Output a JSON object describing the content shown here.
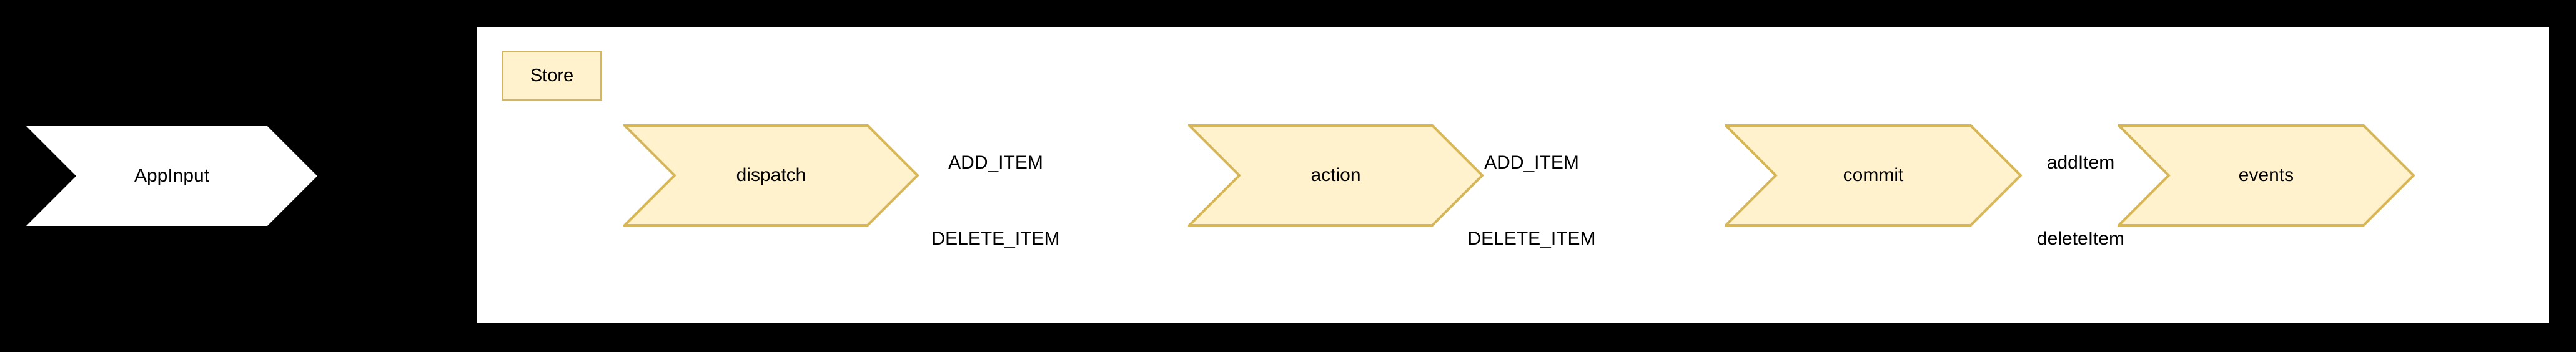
{
  "diagram": {
    "title_box": {
      "label": "Store"
    },
    "external_stage": {
      "label": "AppInput"
    },
    "stages": [
      {
        "label": "dispatch"
      },
      {
        "label": "action"
      },
      {
        "label": "commit"
      },
      {
        "label": "events"
      }
    ],
    "flow_labels": [
      {
        "group": 1,
        "top": "ADD_ITEM",
        "bottom": "DELETE_ITEM"
      },
      {
        "group": 2,
        "top": "ADD_ITEM",
        "bottom": "DELETE_ITEM"
      },
      {
        "group": 3,
        "top": "addItem",
        "bottom": "deleteItem"
      }
    ],
    "colors": {
      "background": "#000000",
      "panel": "#ffffff",
      "chevron_fill": "#fff2cc",
      "chevron_stroke": "#d6b656",
      "external_fill": "#ffffff",
      "text": "#000000"
    }
  }
}
